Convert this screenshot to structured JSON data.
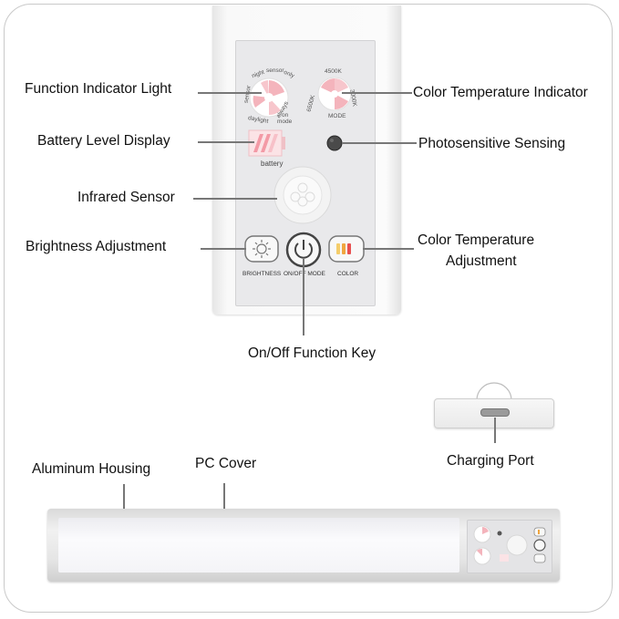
{
  "labels": {
    "function_indicator_light": "Function Indicator Light",
    "battery_level_display": "Battery Level Display",
    "infrared_sensor": "Infrared Sensor",
    "brightness_adjustment": "Brightness Adjustment",
    "color_temperature_indicator": "Color Temperature Indicator",
    "photosensitive_sensing": "Photosensitive Sensing",
    "color_temperature_adjustment_line1": "Color Temperature",
    "color_temperature_adjustment_line2": "Adjustment",
    "on_off_function_key": "On/Off Function Key",
    "charging_port": "Charging Port",
    "aluminum_housing": "Aluminum Housing",
    "pc_cover": "PC Cover"
  },
  "device": {
    "battery_text": "battery",
    "brightness_text": "BRIGHTNESS",
    "onoff_text": "ON/OFF MODE",
    "color_text": "COLOR",
    "indicator_texts": [
      "night",
      "sensor",
      "only",
      "always",
      "on",
      "mode",
      "daylight",
      "sensor"
    ],
    "temp_texts": [
      "4500K",
      "6500K",
      "3000K",
      "MODE"
    ]
  },
  "colors": {
    "lead_line": "#777777",
    "pink_light": "#f4b4bc",
    "amber": "#f0a640",
    "red": "#e85050"
  }
}
